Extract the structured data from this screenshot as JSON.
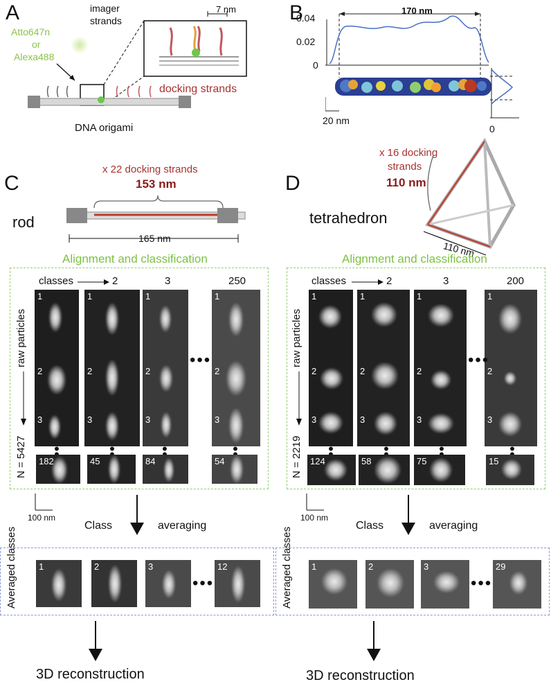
{
  "panels": {
    "A": {
      "letter": "A",
      "dye_1": "Atto647n",
      "dye_or": "or",
      "dye_2": "Alexa488",
      "imager": "imager",
      "imager_2": "strands",
      "scale": "7 nm",
      "docking": "docking strands",
      "origami": "DNA origami"
    },
    "B": {
      "letter": "B",
      "width_label": "170 nm",
      "y_ticks": [
        "0.04",
        "0.02",
        "0"
      ],
      "scale": "20 nm",
      "x_zero": "0"
    },
    "C": {
      "letter": "C",
      "count": "x 22 docking strands",
      "length": "153 nm",
      "shape": "rod",
      "total": "165 nm"
    },
    "D": {
      "letter": "D",
      "count_1": "x 16 docking",
      "count_2": "strands",
      "length": "110 nm",
      "shape": "tetrahedron",
      "edge": "110 nm"
    }
  },
  "left_workflow": {
    "title": "Alignment and classification",
    "classes": "classes",
    "col_labels": [
      "2",
      "3",
      "250"
    ],
    "raw_particles": "raw particles",
    "n_label": "N = 5427",
    "row_numbers": [
      "1",
      "2",
      "3"
    ],
    "bottom_counts": [
      "182",
      "45",
      "84",
      "54"
    ],
    "scale": "100 nm",
    "class_word": "Class",
    "averaging": "averaging",
    "averaged_label": "Averaged classes",
    "avg_numbers": [
      "1",
      "2",
      "3",
      "12"
    ],
    "result": "3D reconstruction"
  },
  "right_workflow": {
    "title": "Alignment and classification",
    "classes": "classes",
    "col_labels": [
      "2",
      "3",
      "200"
    ],
    "raw_particles": "raw particles",
    "n_label": "N = 2219",
    "row_numbers": [
      "1",
      "2",
      "3"
    ],
    "bottom_counts": [
      "124",
      "58",
      "75",
      "15"
    ],
    "scale": "100 nm",
    "class_word": "Class",
    "averaging": "averaging",
    "averaged_label": "Averaged classes",
    "avg_numbers": [
      "1",
      "2",
      "3",
      "29"
    ],
    "result": "3D reconstruction"
  },
  "colors": {
    "green": "#7dc242",
    "red": "#a83232",
    "dashed_green": "#8fcf6b",
    "dashed_blue": "#8c97d6"
  }
}
